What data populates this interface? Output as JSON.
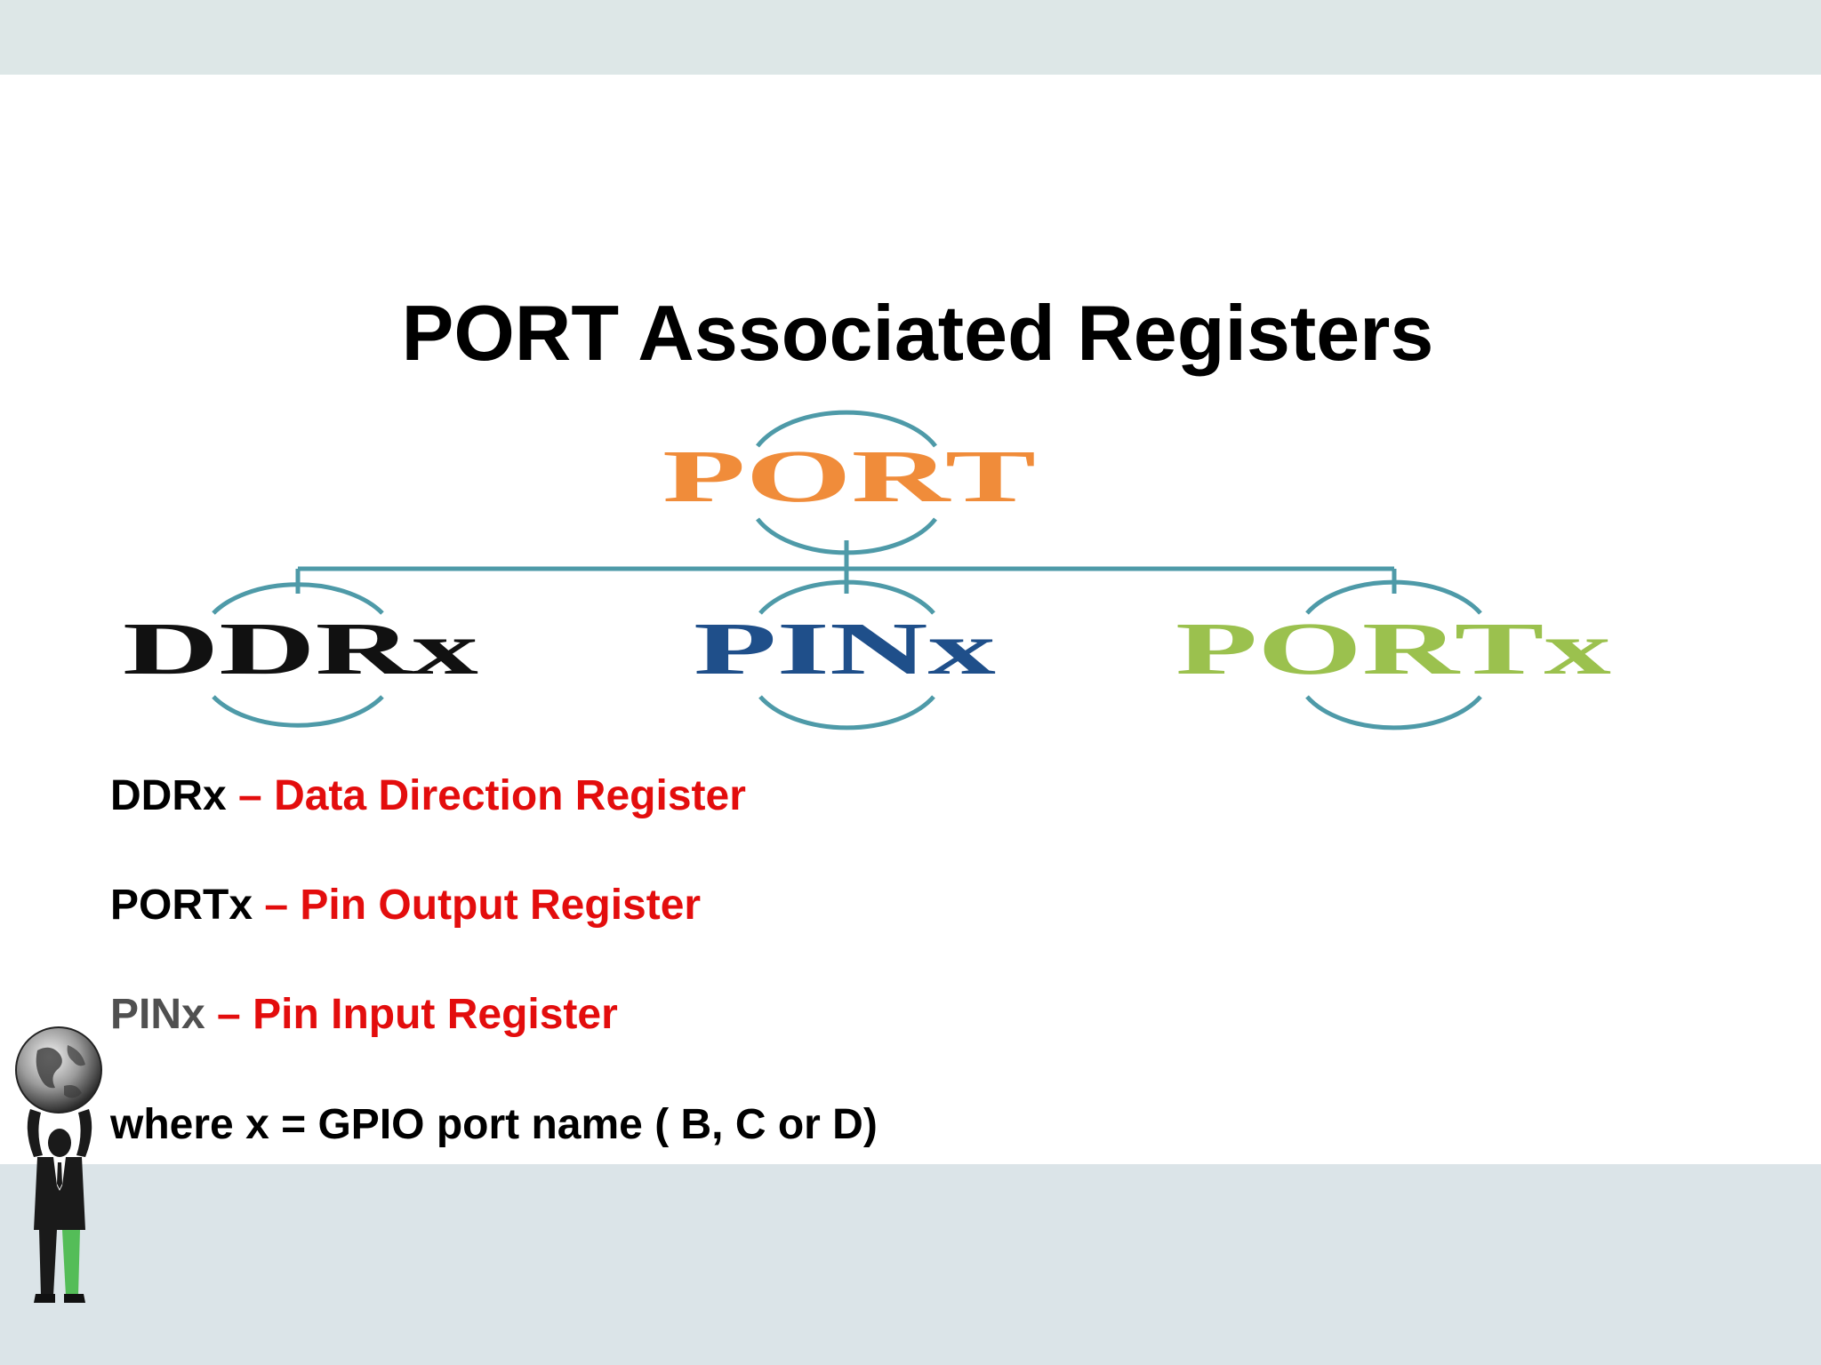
{
  "title": "PORT Associated Registers",
  "diagram": {
    "root": {
      "label": "PORT",
      "color": "#f08c3a"
    },
    "children": [
      {
        "label": "DDRx",
        "color": "#111111"
      },
      {
        "label": "PINx",
        "color": "#1f4f8a"
      },
      {
        "label": "PORTx",
        "color": "#9bc14e"
      }
    ],
    "connector_color": "#4e9aa8"
  },
  "definitions": [
    {
      "term": "DDRx",
      "separator": " – ",
      "description": "Data Direction Register"
    },
    {
      "term": "PORTx",
      "separator": " – ",
      "description": "Pin Output Register"
    },
    {
      "term": "PINx",
      "separator": " – ",
      "description": "Pin Input Register"
    }
  ],
  "note": "where x = GPIO port name ( B, C or D)",
  "decoration": {
    "mascot_icon": "person-holding-globe-icon"
  },
  "colors": {
    "definition_red": "#e30d0d",
    "top_band": "#dde7e7",
    "bottom_band": "#dbe4e8"
  }
}
